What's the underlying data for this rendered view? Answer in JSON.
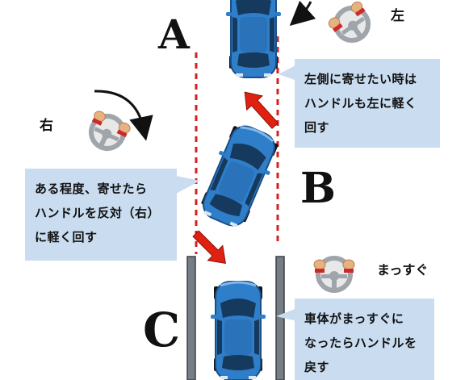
{
  "points": {
    "a": "A",
    "b": "B",
    "c": "C"
  },
  "wheel_labels": {
    "left": "左",
    "right": "右",
    "straight": "まっすぐ"
  },
  "callouts": {
    "a": [
      "左側に寄せたい時は",
      "ハンドルも左に軽く",
      "回す"
    ],
    "b": [
      "ある程度、寄せたら",
      "ハンドルを反対（右）",
      "に軽く回す"
    ],
    "c": [
      "車体がまっすぐに",
      "なったらハンドルを",
      "戻す"
    ]
  },
  "colors": {
    "guide_line": "#d62020",
    "arrow": "#e02010",
    "car_body": "#2f7ec9",
    "car_window": "#16395e",
    "callout_bg": "#c9dcf0",
    "curb": "#777d85",
    "wheel": "#9fa5ab",
    "glove": "#e6b27f",
    "cuff": "#cc2a2a"
  },
  "icons": [
    "steering-wheel-icon",
    "car-icon",
    "arrow-icon"
  ]
}
